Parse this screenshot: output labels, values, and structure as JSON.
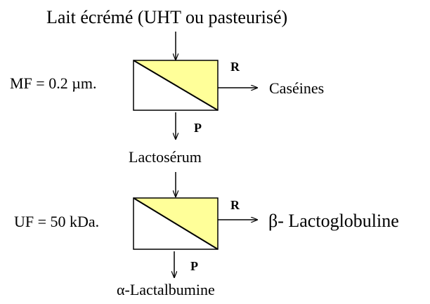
{
  "diagram": {
    "input_label": "Lait écrémé (UHT ou pasteurisé)",
    "stage1": {
      "membrane_label": "MF = 0.2 µm.",
      "retentate_letter": "R",
      "retentate_product": "Caséines",
      "permeate_letter": "P",
      "permeate_product": "Lactosérum"
    },
    "stage2": {
      "membrane_label": "UF = 50 kDa.",
      "retentate_letter": "R",
      "retentate_product": "β- Lactoglobuline",
      "permeate_letter": "P",
      "permeate_product": "α-Lactalbumine"
    },
    "colors": {
      "membrane_fill": "#ffff99",
      "stroke": "#000000",
      "background": "#ffffff"
    }
  }
}
